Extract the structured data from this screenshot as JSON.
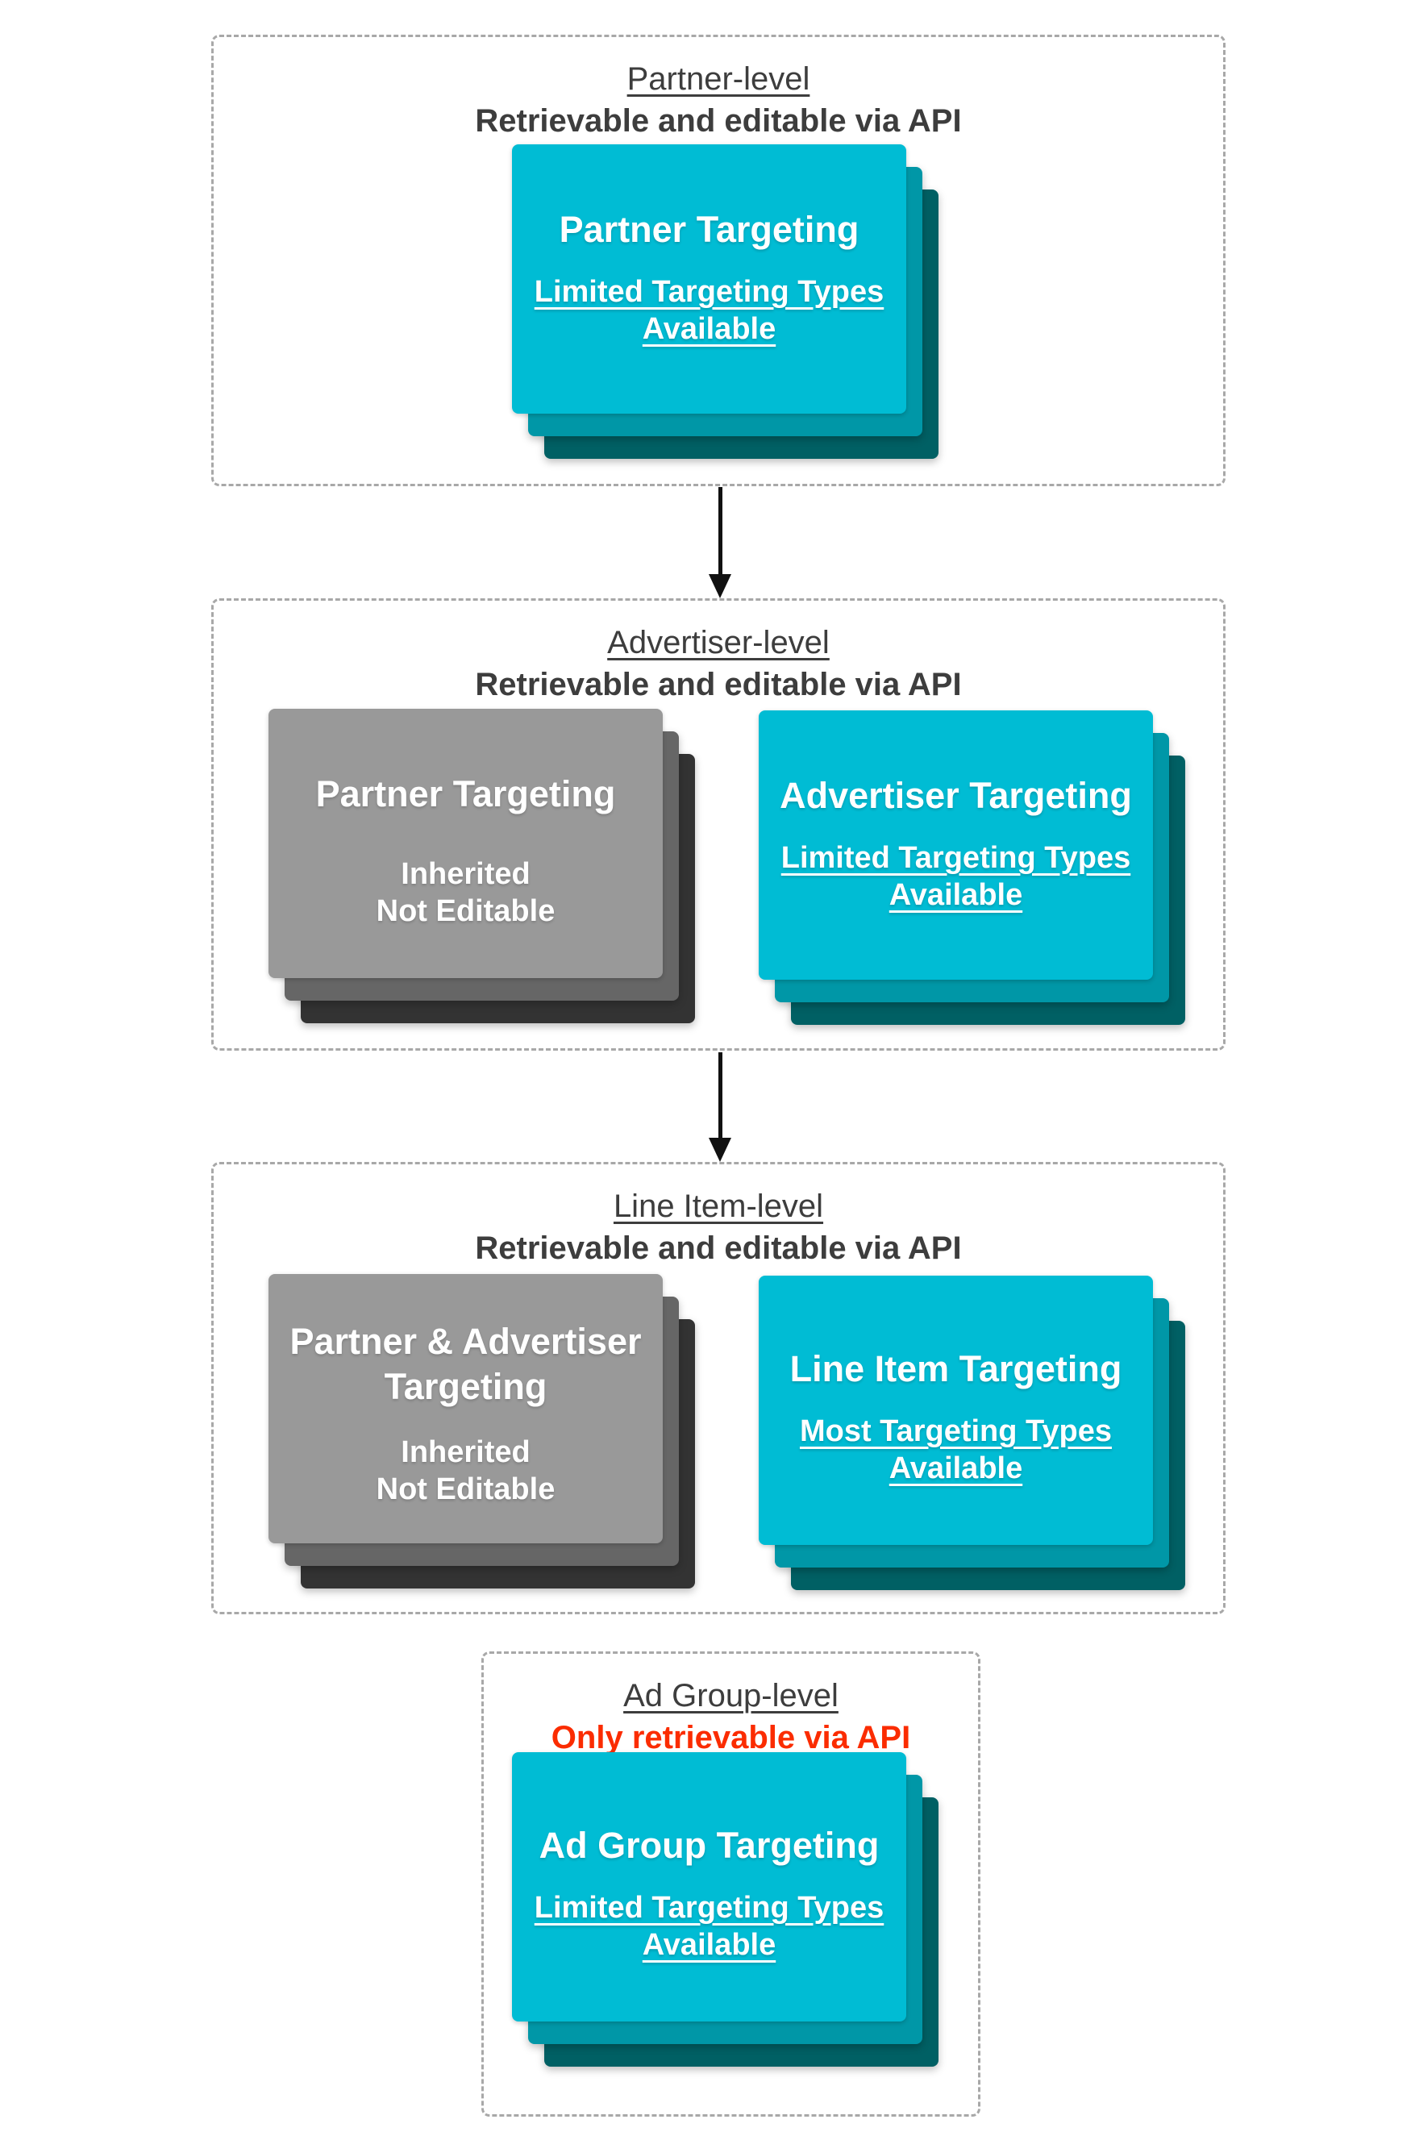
{
  "palette": {
    "cyan": "#00BCD4",
    "cyan_mid": "#0097A7",
    "cyan_dark": "#006064",
    "gray": "#999999",
    "gray_mid": "#666666",
    "gray_dark": "#333333",
    "heading": "#3D3D3D",
    "red": "#FB2C00",
    "border": "#A8A8A8",
    "arrow": "#111111"
  },
  "sections": [
    {
      "id": "partner-level",
      "title": "Partner-level",
      "subtitle": "Retrievable and editable via API",
      "cards": [
        {
          "variant": "cyan",
          "title_lines": [
            "Partner Targeting"
          ],
          "body_lines": [
            "Limited Targeting Types",
            "Available"
          ],
          "body_underline": true
        }
      ]
    },
    {
      "id": "advertiser-level",
      "title": "Advertiser-level",
      "subtitle": "Retrievable and editable via API",
      "cards": [
        {
          "variant": "gray",
          "title_lines": [
            "Partner Targeting"
          ],
          "body_lines": [
            "Inherited",
            "Not Editable"
          ],
          "body_underline": false
        },
        {
          "variant": "cyan",
          "title_lines": [
            "Advertiser Targeting"
          ],
          "body_lines": [
            "Limited Targeting Types",
            "Available"
          ],
          "body_underline": true
        }
      ]
    },
    {
      "id": "line-item-level",
      "title": "Line Item-level",
      "subtitle": "Retrievable and editable via API",
      "cards": [
        {
          "variant": "gray",
          "title_lines": [
            "Partner & Advertiser",
            "Targeting"
          ],
          "body_lines": [
            "Inherited",
            "Not Editable"
          ],
          "body_underline": false
        },
        {
          "variant": "cyan",
          "title_lines": [
            "Line Item Targeting"
          ],
          "body_lines": [
            "Most Targeting Types",
            "Available"
          ],
          "body_underline": true
        }
      ]
    },
    {
      "id": "ad-group-level",
      "title": "Ad Group-level",
      "subtitle": "Only retrievable via API",
      "subtitle_style": "red",
      "cards": [
        {
          "variant": "cyan",
          "title_lines": [
            "Ad Group Targeting"
          ],
          "body_lines": [
            "Limited Targeting Types",
            "Available"
          ],
          "body_underline": true
        }
      ]
    }
  ],
  "arrows": [
    {
      "between": [
        "Partner-level",
        "Advertiser-level"
      ]
    },
    {
      "between": [
        "Advertiser-level",
        "Line Item-level"
      ]
    }
  ]
}
